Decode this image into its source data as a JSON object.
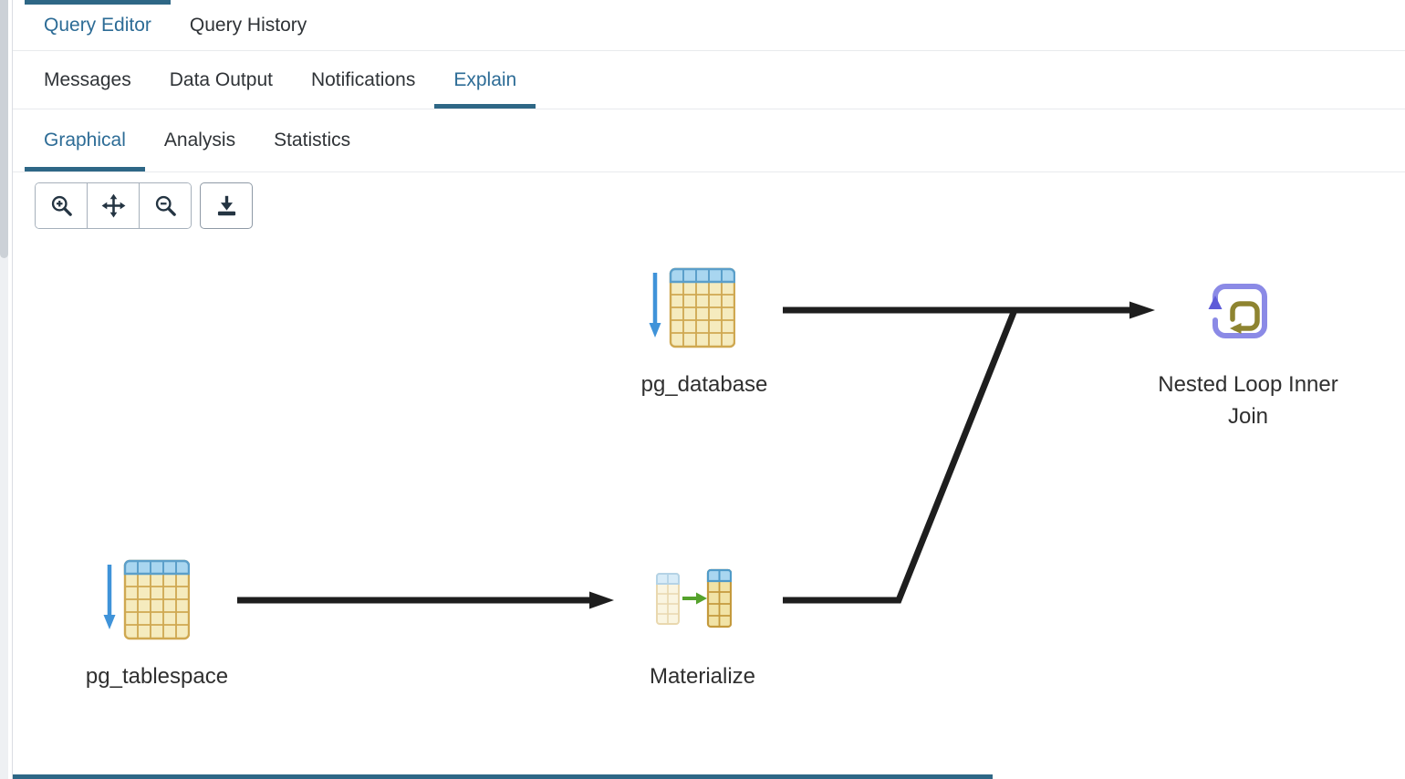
{
  "editor_tabs": {
    "items": [
      {
        "label": "Query Editor",
        "active": true
      },
      {
        "label": "Query History",
        "active": false
      }
    ]
  },
  "result_tabs": {
    "items": [
      {
        "label": "Messages",
        "active": false
      },
      {
        "label": "Data Output",
        "active": false
      },
      {
        "label": "Notifications",
        "active": false
      },
      {
        "label": "Explain",
        "active": true
      }
    ]
  },
  "explain_tabs": {
    "items": [
      {
        "label": "Graphical",
        "active": true
      },
      {
        "label": "Analysis",
        "active": false
      },
      {
        "label": "Statistics",
        "active": false
      }
    ]
  },
  "toolbar": {
    "buttons": [
      {
        "icon": "zoom-in-icon"
      },
      {
        "icon": "pan-icon"
      },
      {
        "icon": "zoom-out-icon"
      },
      {
        "icon": "download-icon"
      }
    ]
  },
  "diagram": {
    "nodes": [
      {
        "id": "pg_database",
        "label": "pg_database",
        "type": "seq-scan-table"
      },
      {
        "id": "pg_tablespace",
        "label": "pg_tablespace",
        "type": "seq-scan-table"
      },
      {
        "id": "materialize",
        "label": "Materialize",
        "type": "materialize"
      },
      {
        "id": "nested_loop",
        "label": "Nested Loop Inner Join",
        "type": "nested-loop-inner-join"
      }
    ],
    "edges": [
      {
        "from": "pg_tablespace",
        "to": "materialize"
      },
      {
        "from": "materialize",
        "to": "nested_loop"
      },
      {
        "from": "pg_database",
        "to": "nested_loop"
      }
    ]
  },
  "colors": {
    "accent_bar": "#2e6786",
    "active_text": "#2d6c96",
    "edge": "#1e1e1e",
    "table_header_fill": "#a9d6f0",
    "table_body_fill": "#f5ebbe",
    "scan_arrow": "#3f93d9",
    "materialize_arrow": "#55a22c",
    "loop_outer": "#8b8ae6",
    "loop_inner": "#8e8430"
  }
}
